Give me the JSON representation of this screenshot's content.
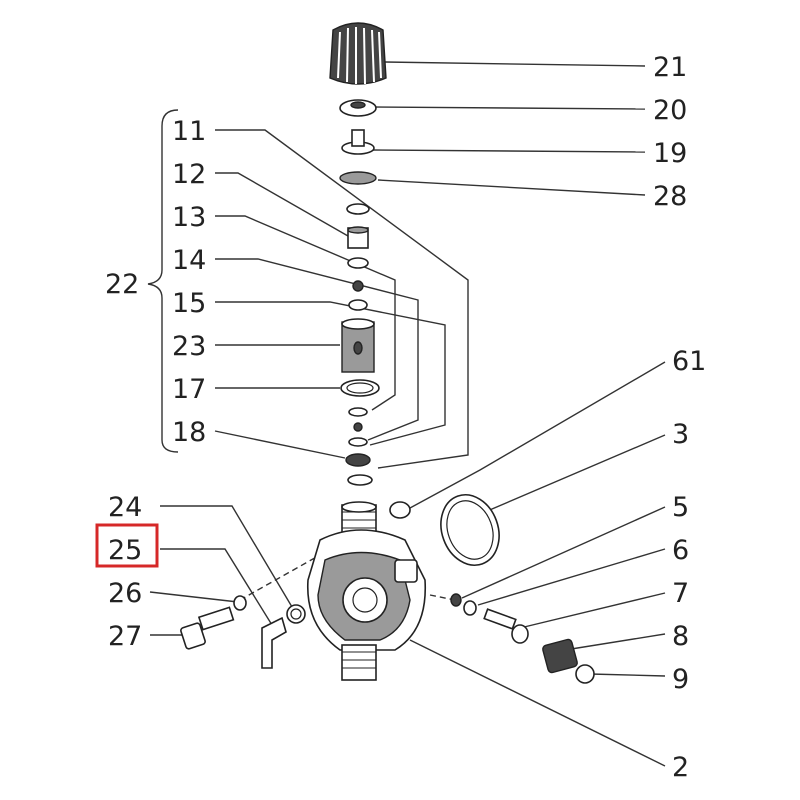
{
  "diagram": {
    "highlight_color": "#d62828",
    "highlighted_label": "25",
    "labels": {
      "l21": "21",
      "l20": "20",
      "l19": "19",
      "l28": "28",
      "l11": "11",
      "l12": "12",
      "l13": "13",
      "l14": "14",
      "l15": "15",
      "l23": "23",
      "l17": "17",
      "l18": "18",
      "l22": "22",
      "l61": "61",
      "l3": "3",
      "l5": "5",
      "l6": "6",
      "l7": "7",
      "l8": "8",
      "l9": "9",
      "l2": "2",
      "l24": "24",
      "l25": "25",
      "l26": "26",
      "l27": "27"
    }
  }
}
